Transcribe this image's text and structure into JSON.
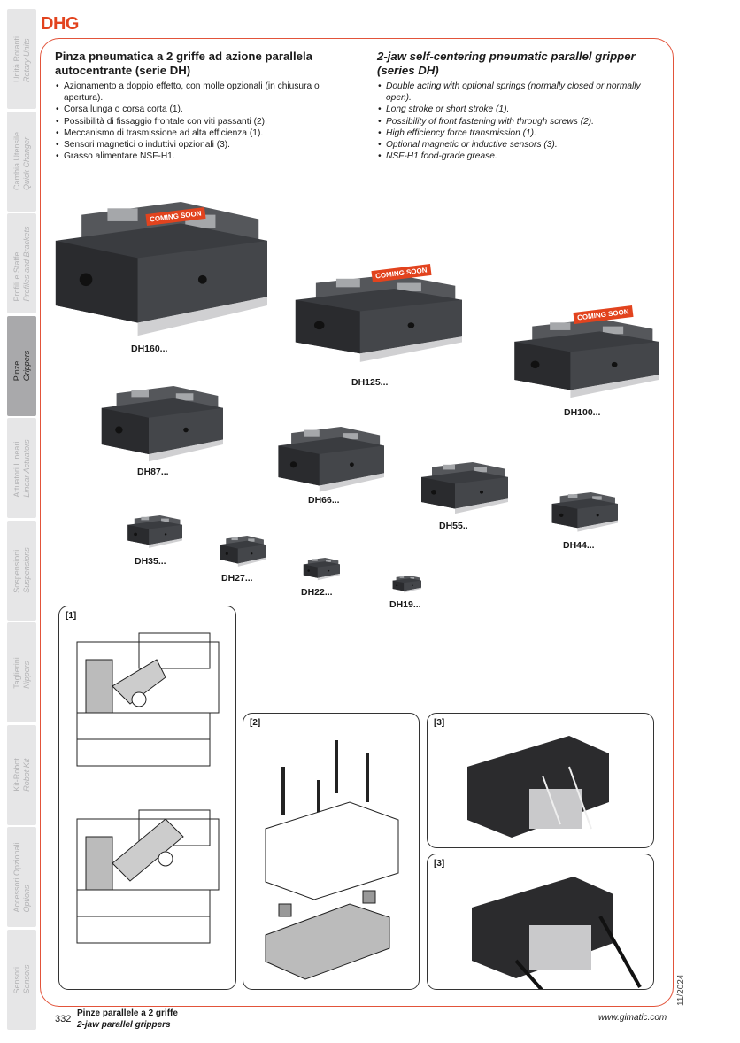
{
  "sidebar": [
    {
      "it": "Unità Rotanti",
      "en": "Rotary Units"
    },
    {
      "it": "Cambia Utensile",
      "en": "Quick Changer"
    },
    {
      "it": "Profili e Staffe",
      "en": "Profiles and Brackets"
    },
    {
      "it": "Pinze",
      "en": "Grippers",
      "active": true
    },
    {
      "it": "Attuatori Lineari",
      "en": "Linear Actuators"
    },
    {
      "it": "Sospensioni",
      "en": "Suspensions"
    },
    {
      "it": "Taglierini",
      "en": "Nippers"
    },
    {
      "it": "Kit-Robot",
      "en": "Robot Kit"
    },
    {
      "it": "Accessori Opzionali",
      "en": "Options"
    },
    {
      "it": "Sensori",
      "en": "Sensors"
    }
  ],
  "title": "DHG",
  "italian": {
    "heading": "Pinza pneumatica a 2 griffe ad azione parallela autocentrante (serie DH)",
    "bullets": [
      "Azionamento a doppio effetto, con molle opzionali (in chiusura o apertura).",
      "Corsa lunga o corsa corta (1).",
      "Possibilità di fissaggio frontale con viti passanti (2).",
      "Meccanismo di trasmissione ad alta efficienza (1).",
      "Sensori magnetici o induttivi opzionali (3).",
      "Grasso alimentare NSF-H1."
    ]
  },
  "english": {
    "heading": "2-jaw self-centering pneumatic parallel gripper (series DH)",
    "bullets": [
      "Double acting with optional springs (normally closed or normally open).",
      "Long stroke or short stroke (1).",
      "Possibility of front fastening with through screws (2).",
      "High efficiency force transmission (1).",
      "Optional magnetic or inductive sensors (3).",
      "NSF-H1 food-grade grease."
    ]
  },
  "coming_soon": "COMING SOON",
  "models": [
    "DH160...",
    "DH125...",
    "DH100...",
    "DH87...",
    "DH66...",
    "DH55..",
    "DH44...",
    "DH35...",
    "DH27...",
    "DH22...",
    "DH19..."
  ],
  "panels": [
    "[1]",
    "[2]",
    "[3]",
    "[3]"
  ],
  "footer": {
    "page": "332",
    "it": "Pinze parallele a 2 griffe",
    "en": "2-jaw parallel grippers",
    "url": "www.gimatic.com",
    "date": "11/2024"
  },
  "colors": {
    "accent": "#e2431e",
    "sidebar": "#e6e6e7",
    "active": "#a9a9ab"
  }
}
